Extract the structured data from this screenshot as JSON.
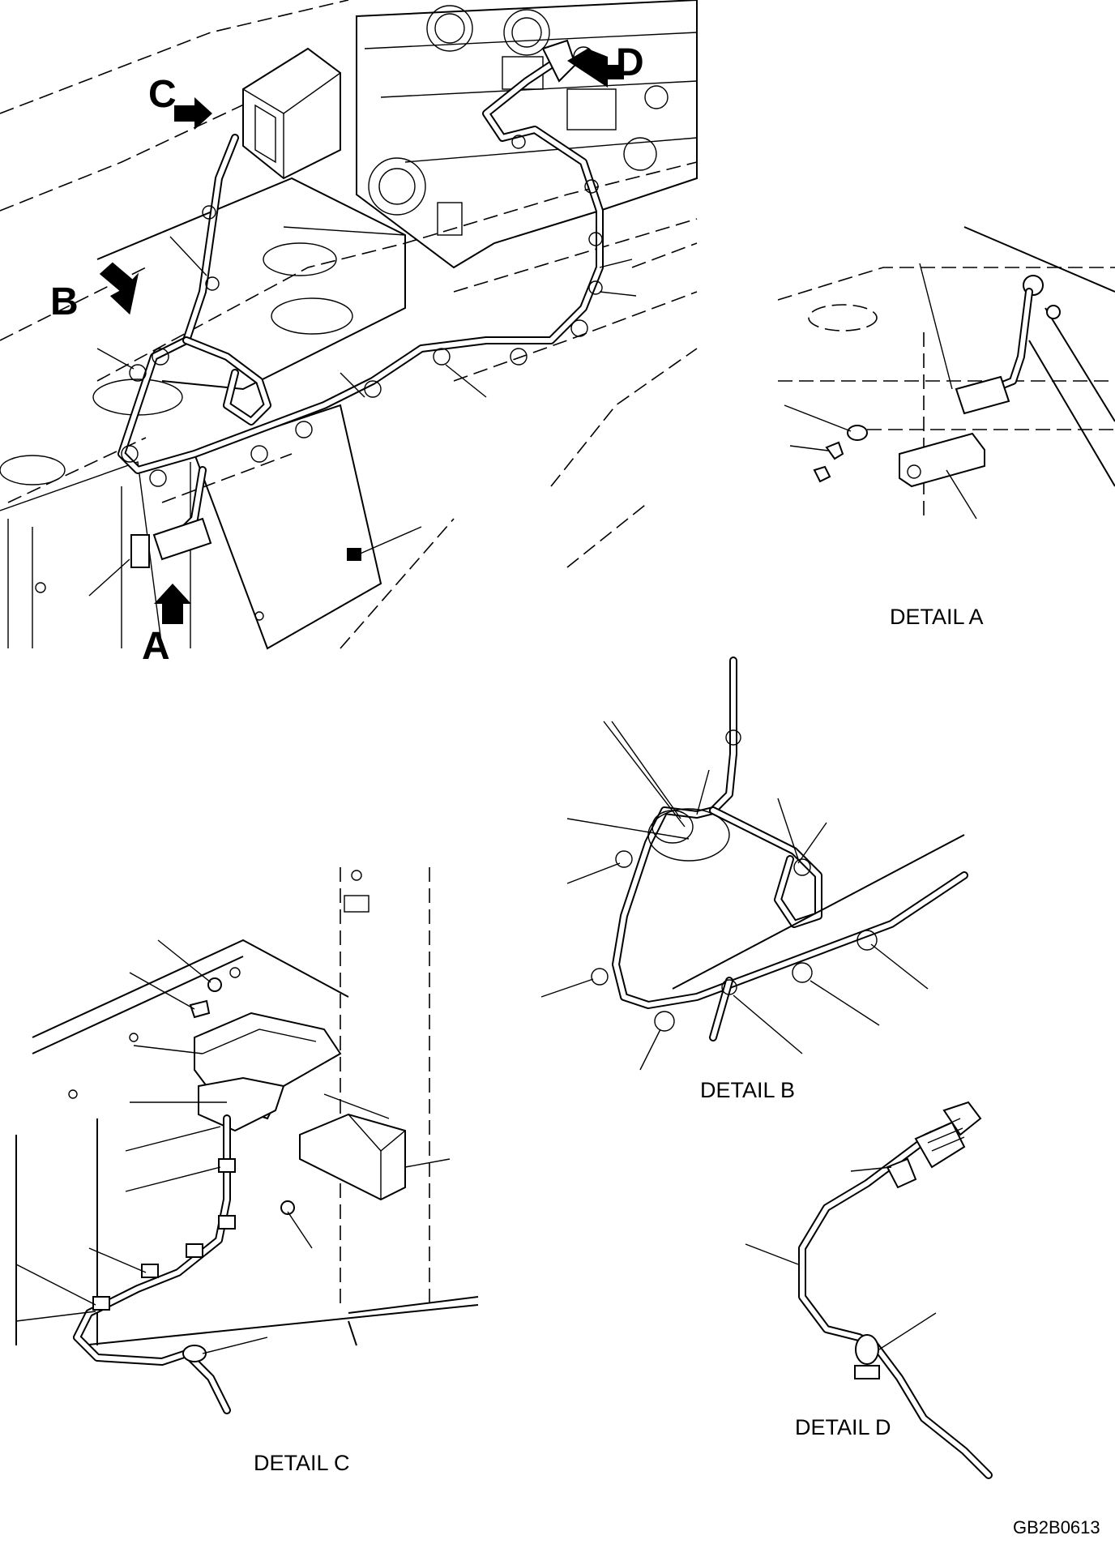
{
  "callouts": {
    "A": "A",
    "B": "B",
    "C": "C",
    "D": "D"
  },
  "details": {
    "A": "DETAIL A",
    "B": "DETAIL B",
    "C": "DETAIL C",
    "D": "DETAIL D"
  },
  "drawing_code": "GB2B0613"
}
